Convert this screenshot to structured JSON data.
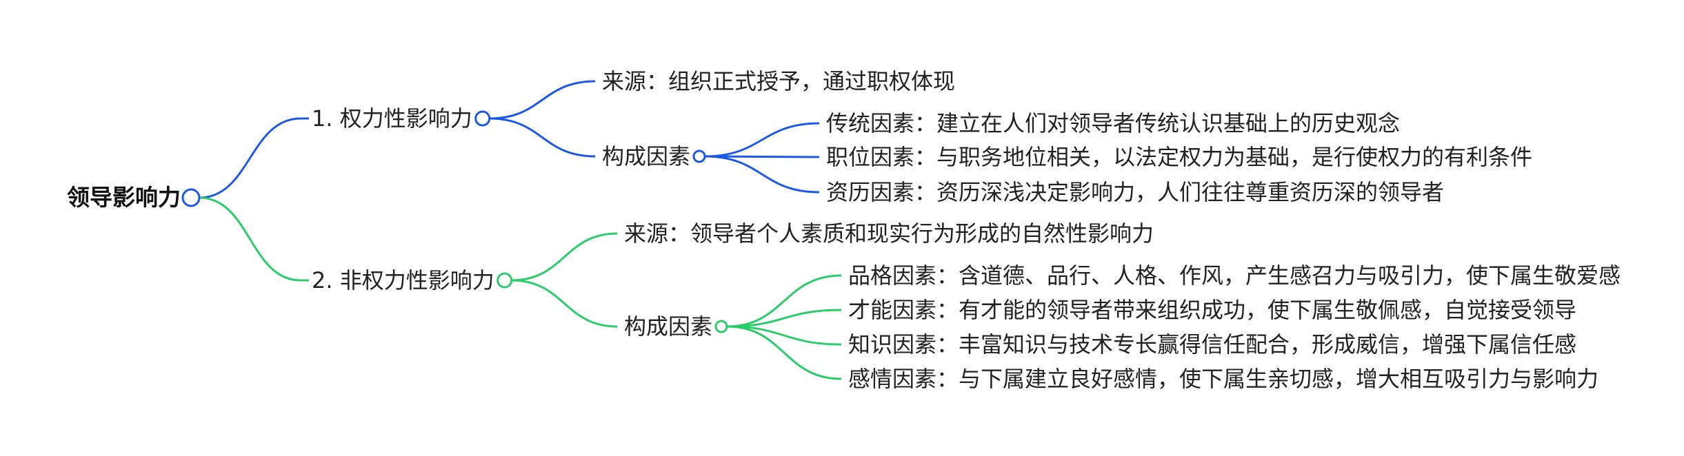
{
  "mindmap": {
    "root": {
      "label": "领导影响力"
    },
    "branches": [
      {
        "label": "1. 权力性影响力",
        "color": "#1c58e6",
        "source": "来源：组织正式授予，通过职权体现",
        "factors_label": "构成因素",
        "factors": [
          "传统因素：建立在人们对领导者传统认识基础上的历史观念",
          "职位因素：与职务地位相关，以法定权力为基础，是行使权力的有利条件",
          "资历因素：资历深浅决定影响力，人们往往尊重资历深的领导者"
        ]
      },
      {
        "label": "2. 非权力性影响力",
        "color": "#2bcc6a",
        "source": "来源：领导者个人素质和现实行为形成的自然性影响力",
        "factors_label": "构成因素",
        "factors": [
          "品格因素：含道德、品行、人格、作风，产生感召力与吸引力，使下属生敬爱感",
          "才能因素：有才能的领导者带来组织成功，使下属生敬佩感，自觉接受领导",
          "知识因素：丰富知识与技术专长赢得信任配合，形成威信，增强下属信任感",
          "感情因素：与下属建立良好感情，使下属生亲切感，增大相互吸引力与影响力"
        ]
      }
    ]
  }
}
